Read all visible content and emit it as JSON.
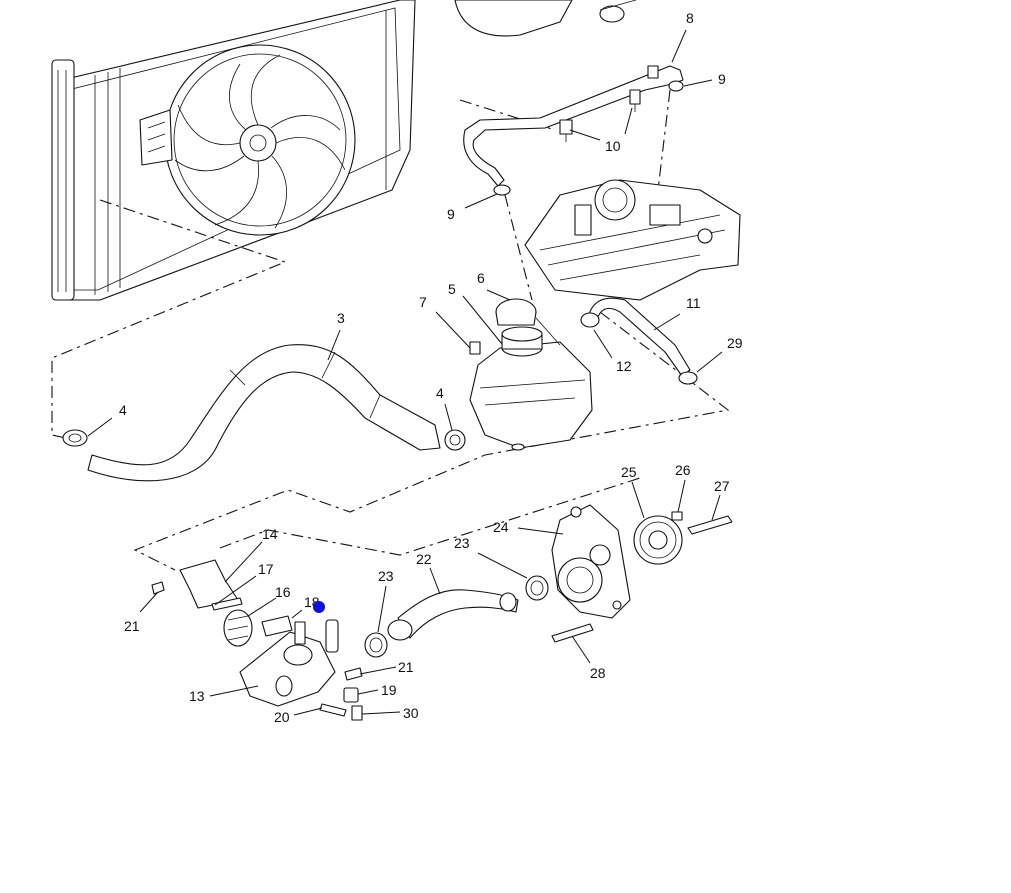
{
  "diagram": {
    "callouts": [
      {
        "id": "c8",
        "text": "8"
      },
      {
        "id": "c9a",
        "text": "9"
      },
      {
        "id": "c10",
        "text": "10"
      },
      {
        "id": "c9b",
        "text": "9"
      },
      {
        "id": "c6",
        "text": "6"
      },
      {
        "id": "c7",
        "text": "7"
      },
      {
        "id": "c5",
        "text": "5"
      },
      {
        "id": "c11",
        "text": "11"
      },
      {
        "id": "c3",
        "text": "3"
      },
      {
        "id": "c29",
        "text": "29"
      },
      {
        "id": "c12",
        "text": "12"
      },
      {
        "id": "c4a",
        "text": "4"
      },
      {
        "id": "c4b",
        "text": "4"
      },
      {
        "id": "c25",
        "text": "25"
      },
      {
        "id": "c26",
        "text": "26"
      },
      {
        "id": "c27",
        "text": "27"
      },
      {
        "id": "c24",
        "text": "24"
      },
      {
        "id": "c14",
        "text": "14"
      },
      {
        "id": "c23a",
        "text": "23"
      },
      {
        "id": "c22",
        "text": "22"
      },
      {
        "id": "c17",
        "text": "17"
      },
      {
        "id": "c23b",
        "text": "23"
      },
      {
        "id": "c16",
        "text": "16"
      },
      {
        "id": "c18",
        "text": "18"
      },
      {
        "id": "c21a",
        "text": "21"
      },
      {
        "id": "c21b",
        "text": "21"
      },
      {
        "id": "c28",
        "text": "28"
      },
      {
        "id": "c19",
        "text": "19"
      },
      {
        "id": "c13",
        "text": "13"
      },
      {
        "id": "c30",
        "text": "30"
      },
      {
        "id": "c20",
        "text": "20"
      }
    ],
    "marker_color": "#1010d8",
    "line_color": "#111111"
  }
}
